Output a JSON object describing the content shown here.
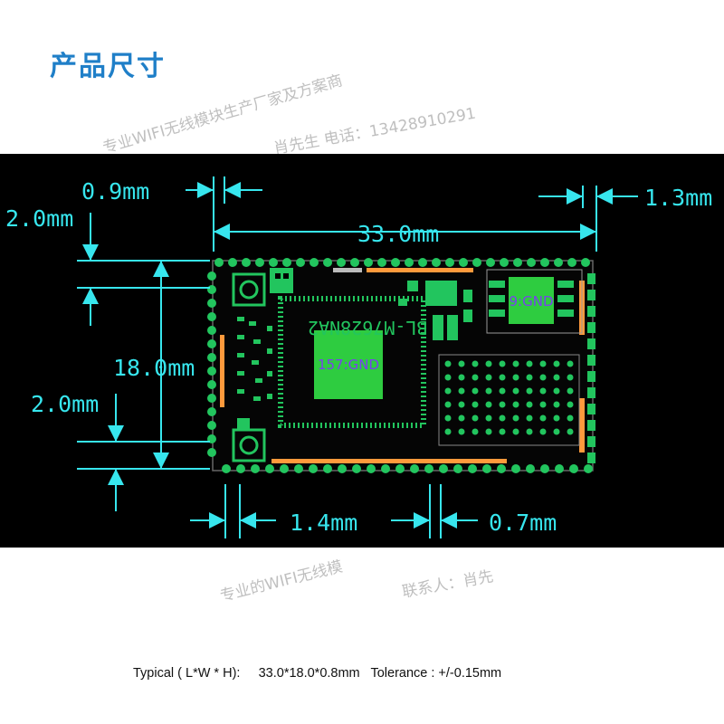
{
  "title": "产品尺寸",
  "watermarks": {
    "line1": "专业WIFI无线模块生产厂家及方案商",
    "line2": "肖先生 电话：13428910291",
    "line3": "专业的WIFI无线模",
    "line4": "联系人：肖先"
  },
  "dimensions": {
    "pin_offset_left": "0.9mm",
    "pin_offset_right": "1.3mm",
    "length": "33.0mm",
    "width": "18.0mm",
    "top_margin": "2.0mm",
    "bottom_margin": "2.0mm",
    "pin_pitch": "1.4mm",
    "pad_width": "0.7mm"
  },
  "board": {
    "silkscreen": "BL-M7628NA2",
    "main_chip_label": "157:GND",
    "secondary_chip_label": "9:GND"
  },
  "specs": {
    "typical_label": "Typical ( L*W * H):",
    "typical_value": "33.0*18.0*0.8mm",
    "tolerance": "Tolerance : +/-0.15mm"
  },
  "colors": {
    "background_panel": "#000000",
    "dimension_lines": "#37e6ee",
    "pads": "#22c55e",
    "chip": "#2ecc40",
    "silkscreen": "#ff9a3c",
    "title": "#1f7fc8"
  }
}
